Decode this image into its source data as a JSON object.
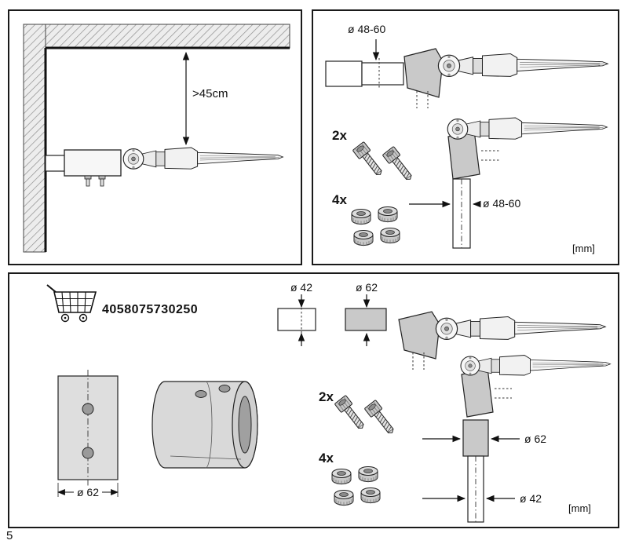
{
  "page": {
    "number": "5"
  },
  "clearance_panel": {
    "min_distance": ">45cm"
  },
  "mounting_panel": {
    "pole_diameter_horizontal": "ø 48-60",
    "screw_quantity": "2x",
    "nut_quantity": "4x",
    "pole_diameter_vertical": "ø 48-60",
    "units": "[mm]"
  },
  "adapter_panel": {
    "order_number": "4058075730250",
    "pole_diameter": "ø 42",
    "adapter_outer_diameter": "ø 62",
    "screw_quantity": "2x",
    "nut_quantity": "4x",
    "adapter_diameter_vertical": "ø 62",
    "pole_diameter_vertical": "ø 42",
    "plate_width": "ø 62",
    "units": "[mm]"
  }
}
